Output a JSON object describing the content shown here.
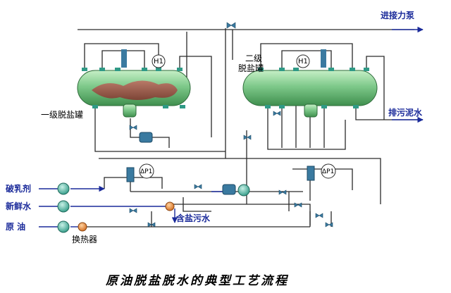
{
  "caption": "原油脱盐脱水的典型工艺流程",
  "labels": {
    "to_furnace_pump": "进接力泵",
    "drain_sludge": "排污泥水",
    "stage1_tank": "一级脱盐罐",
    "stage2_tank_line1": "二级",
    "stage2_tank_line2": "脱盐罐",
    "demulsifier": "破乳剂",
    "fresh_water": "新鲜水",
    "crude_oil": "原 油",
    "heat_exchanger": "换热器",
    "salty_wastewater": "含盐污水",
    "level_gauge_1": "H1",
    "level_gauge_2": "H1",
    "dp_gauge_1": "ΔP1",
    "dp_gauge_2": "ΔP1"
  },
  "colors": {
    "tank_green": "#7ec98a",
    "tank_dark": "#3f8f4e",
    "sludge_brown": "#9a5a48",
    "line": "#2a2a2a",
    "flow_blue": "#1a2a9a",
    "pump_teal": "#2f9a86",
    "exchanger_orange": "#e07a2a"
  }
}
